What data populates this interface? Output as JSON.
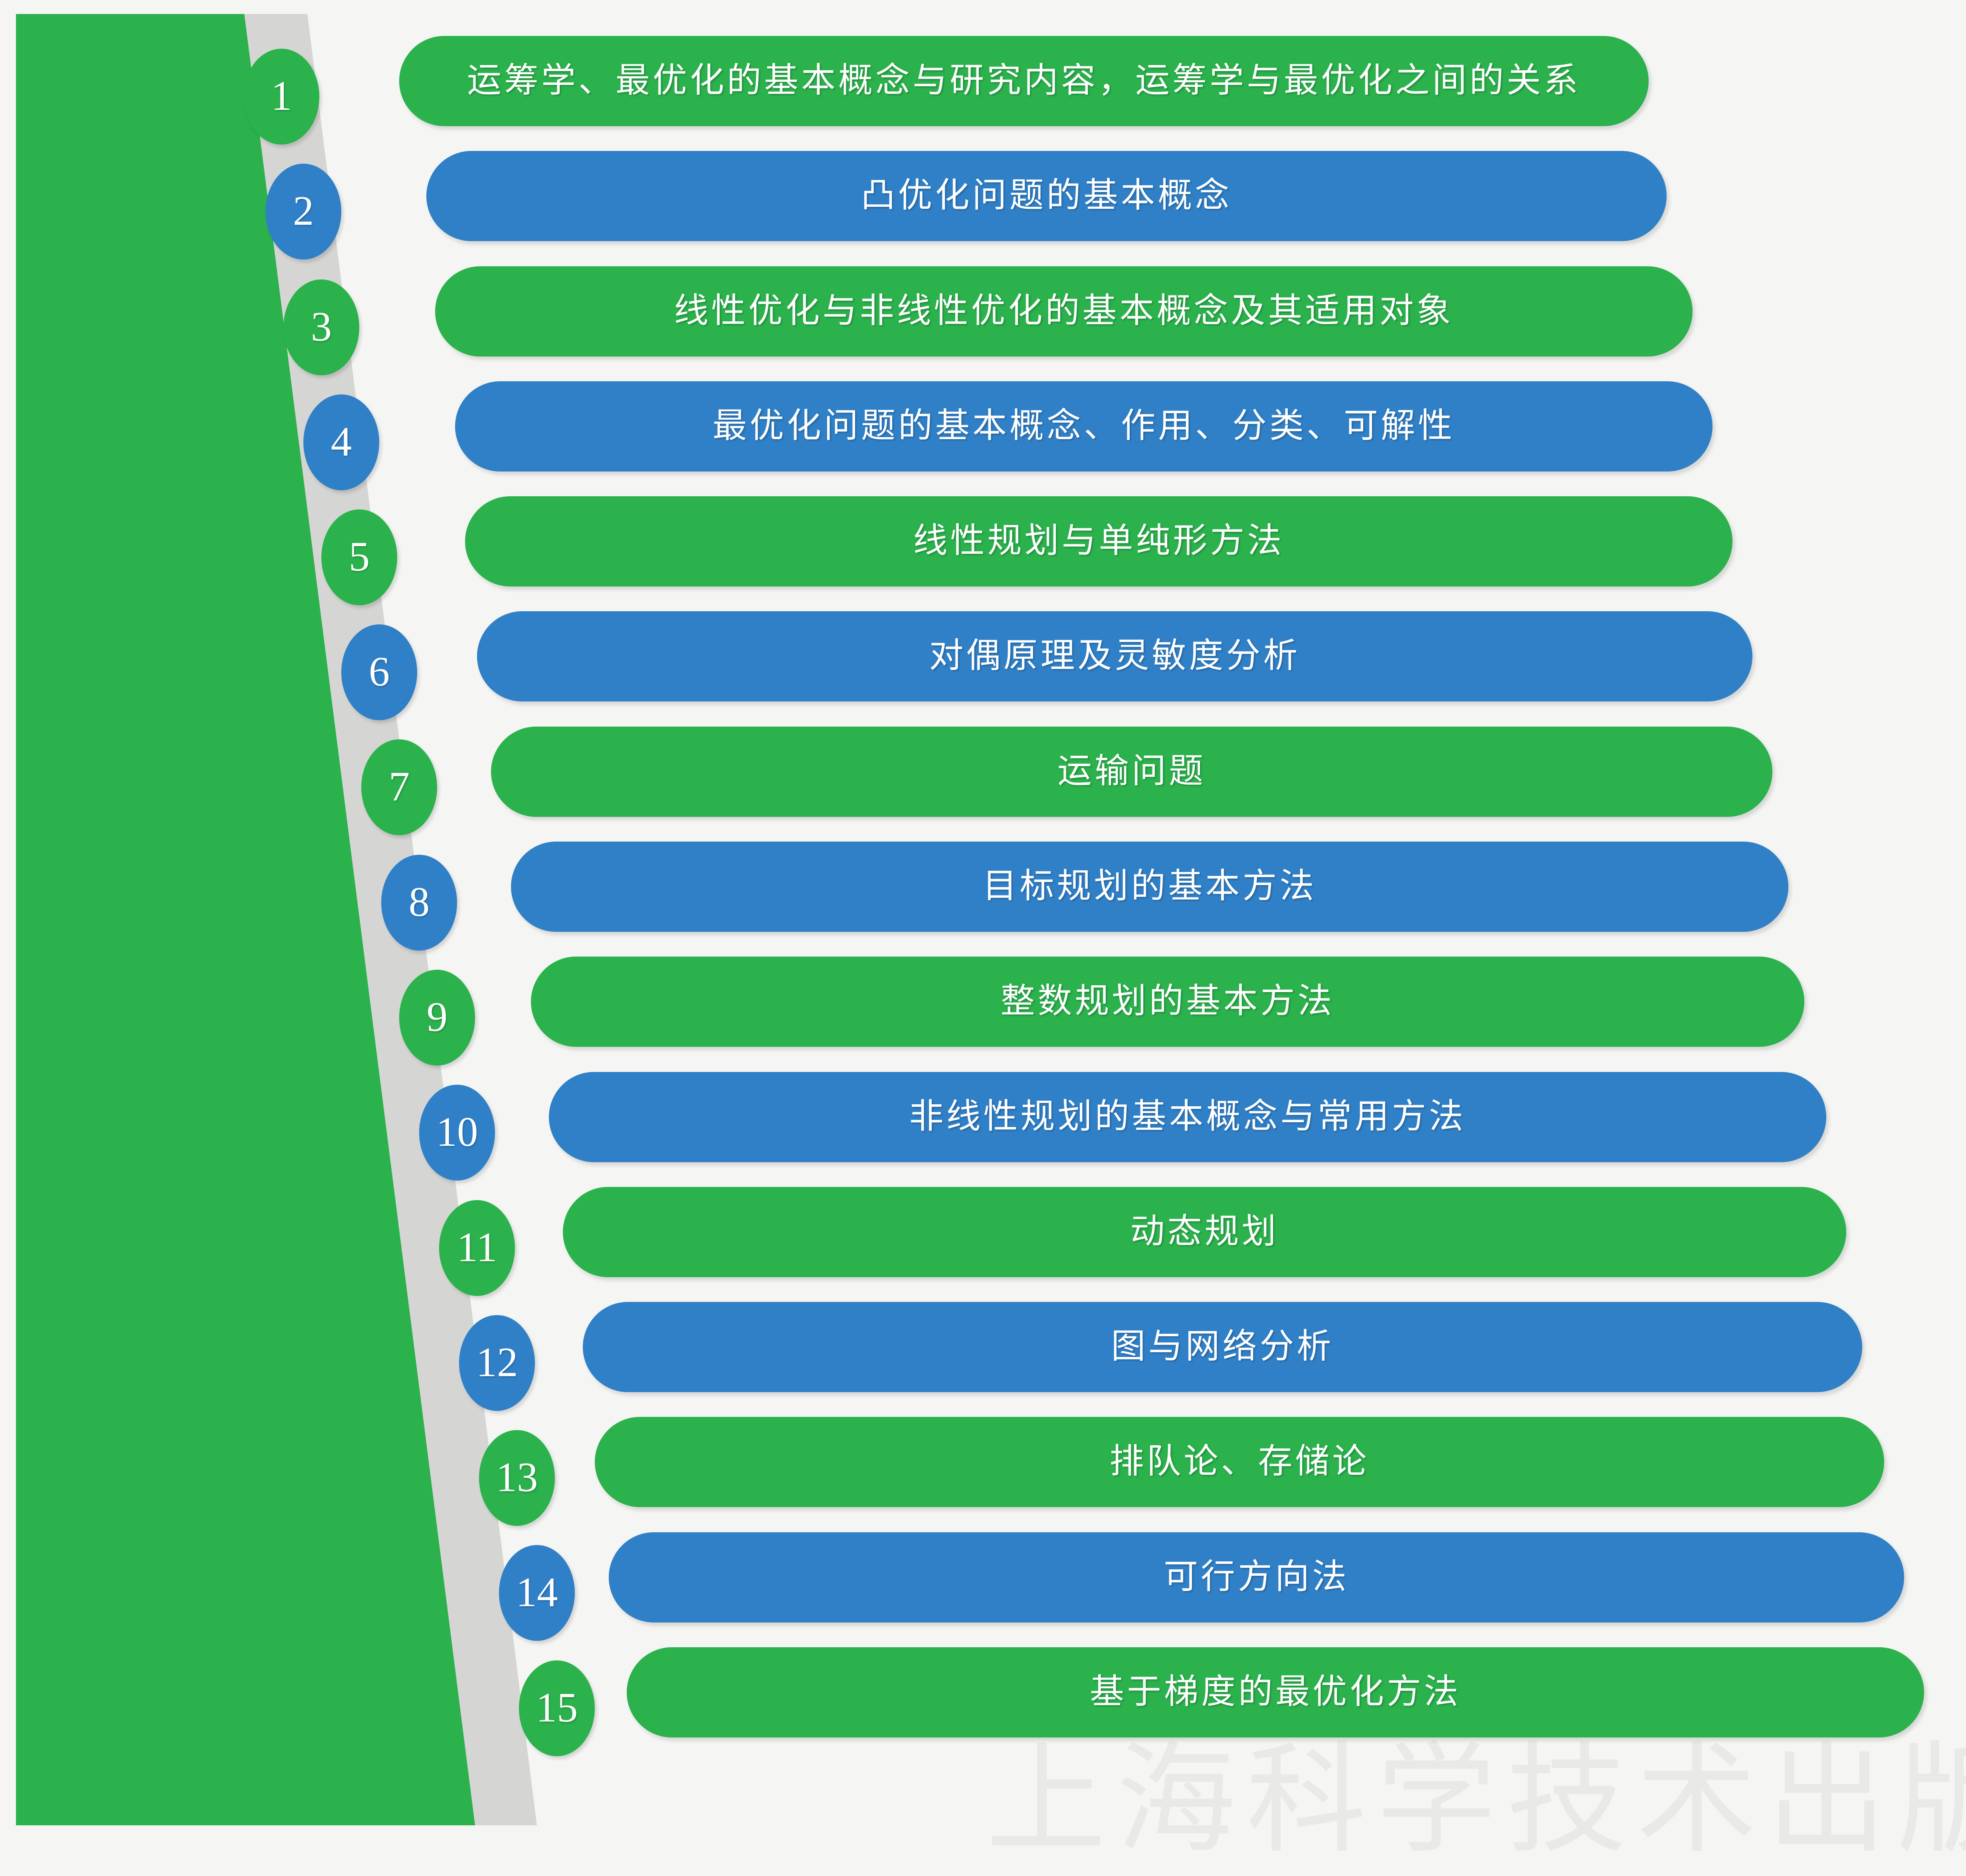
{
  "theme": {
    "background": "#f5f5f3",
    "green": "#2bb24c",
    "blue": "#3080c8",
    "gray_stripe": "#d5d5d3",
    "text_color": "#ffffff",
    "watermark_color": "#e9e9e7"
  },
  "watermark": {
    "text": "上海科学技术出版社"
  },
  "chart_data": {
    "type": "bar",
    "title": "",
    "orientation": "horizontal",
    "categories": [
      "1",
      "2",
      "3",
      "4",
      "5",
      "6",
      "7",
      "8",
      "9",
      "10",
      "11",
      "12",
      "13",
      "14",
      "15"
    ],
    "values": [
      1,
      2,
      3,
      4,
      5,
      6,
      7,
      8,
      9,
      10,
      11,
      12,
      13,
      14,
      15
    ],
    "xlabel": "",
    "ylabel": "",
    "grid": false,
    "legend": "none"
  },
  "list": {
    "items": [
      {
        "number": "1",
        "label": "运筹学、最优化的基本概念与研究内容，运筹学与最优化之间的关系",
        "color": "green"
      },
      {
        "number": "2",
        "label": "凸优化问题的基本概念",
        "color": "blue"
      },
      {
        "number": "3",
        "label": "线性优化与非线性优化的基本概念及其适用对象",
        "color": "green"
      },
      {
        "number": "4",
        "label": "最优化问题的基本概念、作用、分类、可解性",
        "color": "blue"
      },
      {
        "number": "5",
        "label": "线性规划与单纯形方法",
        "color": "green"
      },
      {
        "number": "6",
        "label": "对偶原理及灵敏度分析",
        "color": "blue"
      },
      {
        "number": "7",
        "label": "运输问题",
        "color": "green"
      },
      {
        "number": "8",
        "label": "目标规划的基本方法",
        "color": "blue"
      },
      {
        "number": "9",
        "label": "整数规划的基本方法",
        "color": "green"
      },
      {
        "number": "10",
        "label": "非线性规划的基本概念与常用方法",
        "color": "blue"
      },
      {
        "number": "11",
        "label": "动态规划",
        "color": "green"
      },
      {
        "number": "12",
        "label": "图与网络分析",
        "color": "blue"
      },
      {
        "number": "13",
        "label": "排队论、存储论",
        "color": "green"
      },
      {
        "number": "14",
        "label": "可行方向法",
        "color": "blue"
      },
      {
        "number": "15",
        "label": "基于梯度的最优化方法",
        "color": "green"
      }
    ]
  },
  "geometry": {
    "bar_lefts": [
      1000,
      1068,
      1090,
      1140,
      1165,
      1195,
      1230,
      1280,
      1330,
      1375,
      1410,
      1460,
      1490,
      1525,
      1570
    ],
    "bar_rights": [
      4130,
      4175,
      4240,
      4290,
      4340,
      4390,
      4440,
      4480,
      4520,
      4575,
      4625,
      4665,
      4720,
      4770,
      4820
    ],
    "bar_tops": [
      90,
      378,
      667,
      955,
      1243,
      1531,
      1820,
      2108,
      2396,
      2685,
      2973,
      3261,
      3549,
      3838,
      4126
    ],
    "circle_lefts": [
      610,
      665,
      710,
      760,
      805,
      855,
      905,
      955,
      1000,
      1050,
      1100,
      1150,
      1200,
      1250,
      1300
    ],
    "circle_tops": [
      122,
      410,
      700,
      988,
      1276,
      1564,
      1852,
      2141,
      2429,
      2717,
      3006,
      3294,
      3582,
      3870,
      4159
    ]
  }
}
